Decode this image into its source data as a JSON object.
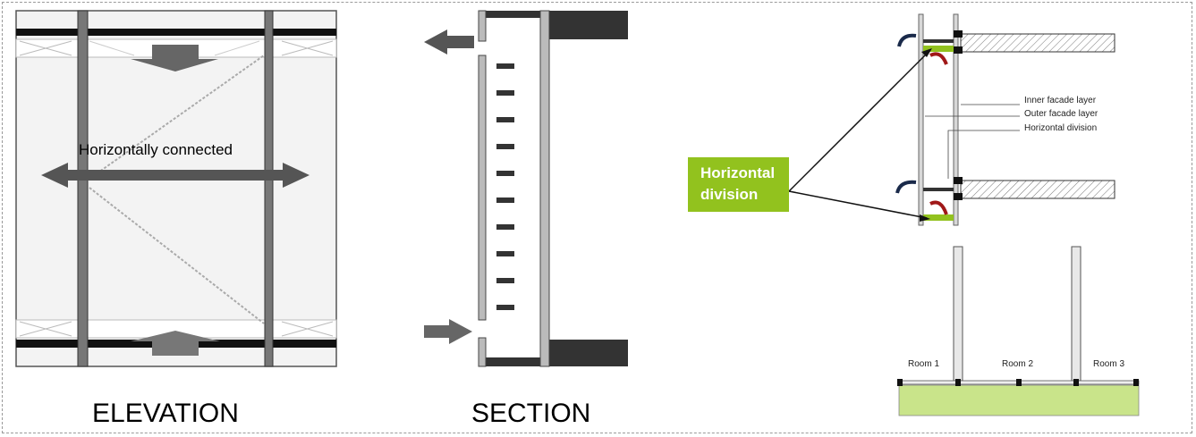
{
  "panels": {
    "elevation": {
      "caption": "ELEVATION",
      "label": "Horizontally connected"
    },
    "section": {
      "caption": "SECTION"
    },
    "detail": {
      "callout": "Horizontal division",
      "labels": {
        "inner": "Inner facade layer",
        "outer": "Outer facade layer",
        "division": "Horizontal division"
      },
      "rooms": [
        "Room 1",
        "Room 2",
        "Room 3"
      ]
    }
  },
  "colors": {
    "accent_green": "#92c21e",
    "light_green": "#c9e48a",
    "dark_grey": "#5a5a5a",
    "mid_grey": "#8a8a8a",
    "light_grey": "#b8b8b8",
    "black": "#111111"
  }
}
